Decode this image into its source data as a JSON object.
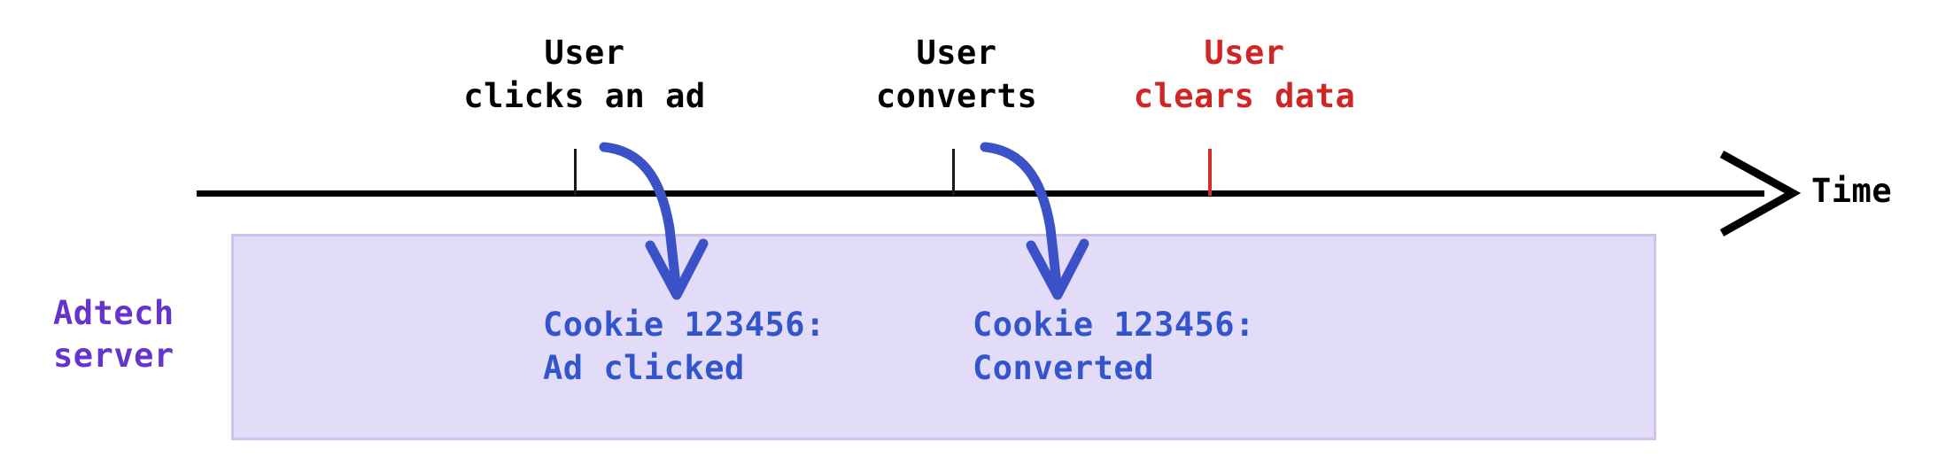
{
  "diagram": {
    "title": "Adtech server cookie timeline",
    "background": "#ffffff",
    "colors": {
      "axis": "#000000",
      "event_text": "#000000",
      "danger_text": "#cf2525",
      "danger_tick": "#d42b2b",
      "server_label": "#6633cc",
      "server_box_fill": "#e2dcf8",
      "server_box_border": "#cfc2f2",
      "log_text": "#3355cc",
      "flow_arrow": "#3b51c8"
    }
  },
  "axis": {
    "label": "Time",
    "direction": "left-to-right",
    "arrowhead": "open-chevron"
  },
  "events": [
    {
      "id": "ad-click",
      "caption": "User\nclicks an ad",
      "tick_color": "#1a1a1a",
      "tone": "neutral"
    },
    {
      "id": "conversion",
      "caption": "User\nconverts",
      "tick_color": "#1a1a1a",
      "tone": "neutral"
    },
    {
      "id": "clear-data",
      "caption": "User\nclears data",
      "tick_color": "#d42b2b",
      "tone": "danger"
    }
  ],
  "server": {
    "label": "Adtech\nserver",
    "log_entries": [
      {
        "id": "log-ad-clicked",
        "text": "Cookie 123456:\nAd clicked"
      },
      {
        "id": "log-converted",
        "text": "Cookie 123456:\nConverted"
      }
    ]
  }
}
